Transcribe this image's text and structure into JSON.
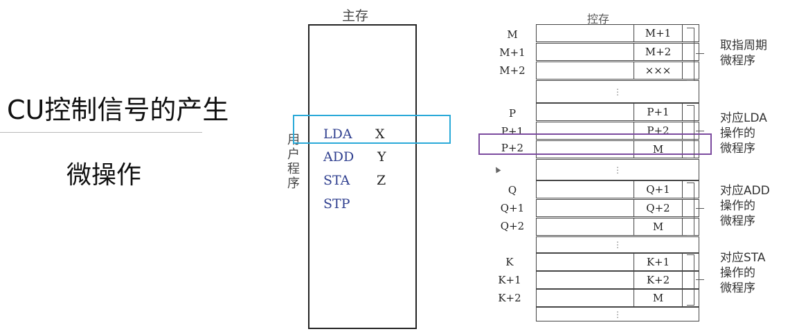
{
  "slide": {
    "title": "CU控制信号的产生",
    "subtitle": "微操作"
  },
  "main_memory": {
    "title": "主存",
    "side_label": [
      "用",
      "户",
      "程",
      "序"
    ],
    "instructions": [
      {
        "op": "LDA",
        "arg": "X"
      },
      {
        "op": "ADD",
        "arg": "Y"
      },
      {
        "op": "STA",
        "arg": "Z"
      },
      {
        "op": "STP",
        "arg": ""
      }
    ]
  },
  "control_memory": {
    "title": "控存",
    "gap_symbol": "⋮",
    "groups": [
      {
        "rows": [
          {
            "addr": "M",
            "next": "M+1"
          },
          {
            "addr": "M+1",
            "next": "M+2"
          },
          {
            "addr": "M+2",
            "next": "×××"
          }
        ],
        "label": [
          "取指周期",
          "微程序"
        ]
      },
      {
        "rows": [
          {
            "addr": "P",
            "next": "P+1"
          },
          {
            "addr": "P+1",
            "next": "P+2"
          },
          {
            "addr": "P+2",
            "next": "M"
          }
        ],
        "label": [
          "对应LDA",
          "操作的",
          "微程序"
        ]
      },
      {
        "rows": [
          {
            "addr": "Q",
            "next": "Q+1"
          },
          {
            "addr": "Q+1",
            "next": "Q+2"
          },
          {
            "addr": "Q+2",
            "next": "M"
          }
        ],
        "label": [
          "对应ADD",
          "操作的",
          "微程序"
        ]
      },
      {
        "rows": [
          {
            "addr": "K",
            "next": "K+1"
          },
          {
            "addr": "K+1",
            "next": "K+2"
          },
          {
            "addr": "K+2",
            "next": "M"
          }
        ],
        "label": [
          "对应STA",
          "操作的",
          "微程序"
        ]
      }
    ]
  },
  "colors": {
    "instruction_text": "#2f3f8f",
    "highlight_main_memory": "#29a9d8",
    "highlight_control_memory": "#7b4a9e"
  }
}
